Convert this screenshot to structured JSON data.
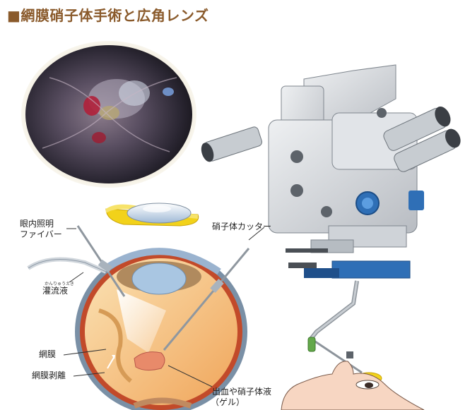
{
  "title": "■網膜硝子体手術と広角レンズ",
  "labels": {
    "fiber_line1": "眼内照明",
    "fiber_line2": "ファイバー",
    "perfusion_ruby": "かんりゅうえき",
    "perfusion": "灌流液",
    "retina": "網膜",
    "detachment": "網膜剥離",
    "cutter": "硝子体カッター",
    "hemorrhage_line1": "出血や硝子体液",
    "hemorrhage_line2": "（ゲル）"
  },
  "colors": {
    "title": "#8a5a2b",
    "lens_band": "#f2d21a",
    "microscope_body": "#d6d9dd",
    "microscope_blue": "#2f6fb6",
    "eye_interior": "#f3b06a",
    "blood": "#e88a6a"
  }
}
